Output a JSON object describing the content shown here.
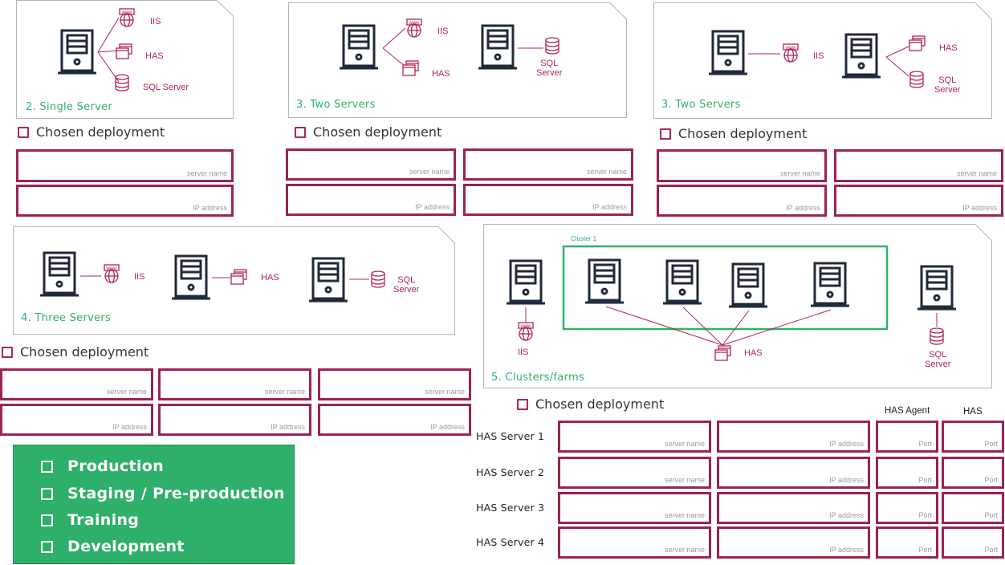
{
  "colors": {
    "accent": "#b0235b",
    "green": "#2fb06a",
    "icon": "#1f2a3a",
    "field_border": "#9b2257"
  },
  "panels": {
    "single": {
      "title": "2. Single  Server",
      "labels": {
        "iis": "IIS",
        "has": "HAS",
        "sql": "SQL Server"
      }
    },
    "two_a": {
      "title": "3. Two Servers",
      "labels": {
        "iis": "IIS",
        "has": "HAS",
        "sql": "SQL\nServer"
      }
    },
    "two_b": {
      "title": "3. Two Servers",
      "labels": {
        "iis": "IIS",
        "has": "HAS",
        "sql": "SQL\nServer"
      }
    },
    "three": {
      "title": "4. Three Servers",
      "labels": {
        "iis": "IIS",
        "has": "HAS",
        "sql": "SQL\nServer"
      }
    },
    "cluster": {
      "title": "5. Clusters/farms",
      "cluster_label": "Cluster 1",
      "labels": {
        "iis": "IIS",
        "has": "HAS",
        "sql": "SQL\nServer"
      }
    }
  },
  "chosen_label": "Chosen deployment",
  "placeholders": {
    "server_name": "server name",
    "ip": "IP address",
    "port": "Port"
  },
  "has_table": {
    "headers": {
      "agent": "HAS Agent",
      "has": "HAS"
    },
    "rows": [
      "HAS Server 1",
      "HAS Server 2",
      "HAS Server 3",
      "HAS Server 4"
    ]
  },
  "environments": [
    "Production",
    "Staging / Pre-production",
    "Training",
    "Development"
  ]
}
